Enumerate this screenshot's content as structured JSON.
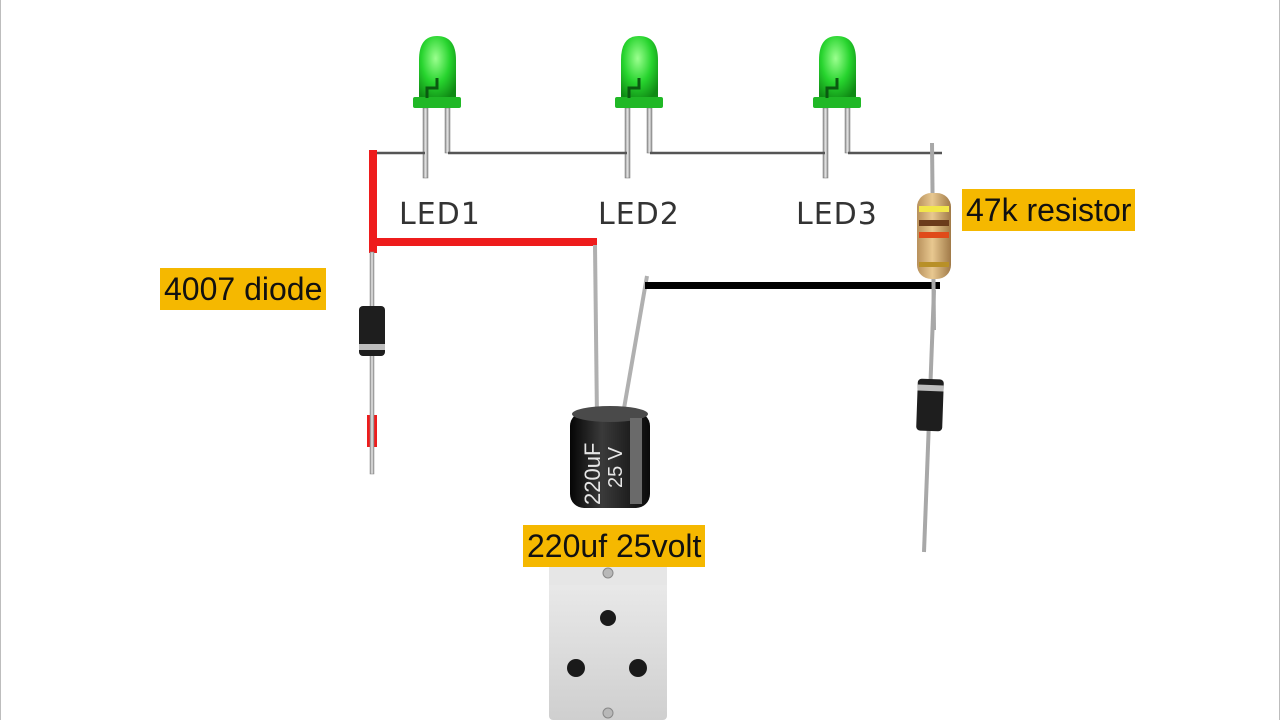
{
  "leds": [
    {
      "label": "LED1",
      "color": "#27d42e"
    },
    {
      "label": "LED2",
      "color": "#27d42e"
    },
    {
      "label": "LED3",
      "color": "#27d42e"
    }
  ],
  "components": {
    "diode_label": "4007 diode",
    "resistor_label": "47k resistor",
    "capacitor_label": "220uf 25volt",
    "capacitor_marking_value": "220uF",
    "capacitor_marking_voltage": "25 V"
  },
  "colors": {
    "red_wire": "#ee1c1c",
    "black_wire": "#000000",
    "thin_wire": "#555555",
    "label_highlight": "#f5b800",
    "led_green": "#27d42e",
    "capacitor_body": "#1c1c1c",
    "socket_plate": "#dcdcdc"
  }
}
